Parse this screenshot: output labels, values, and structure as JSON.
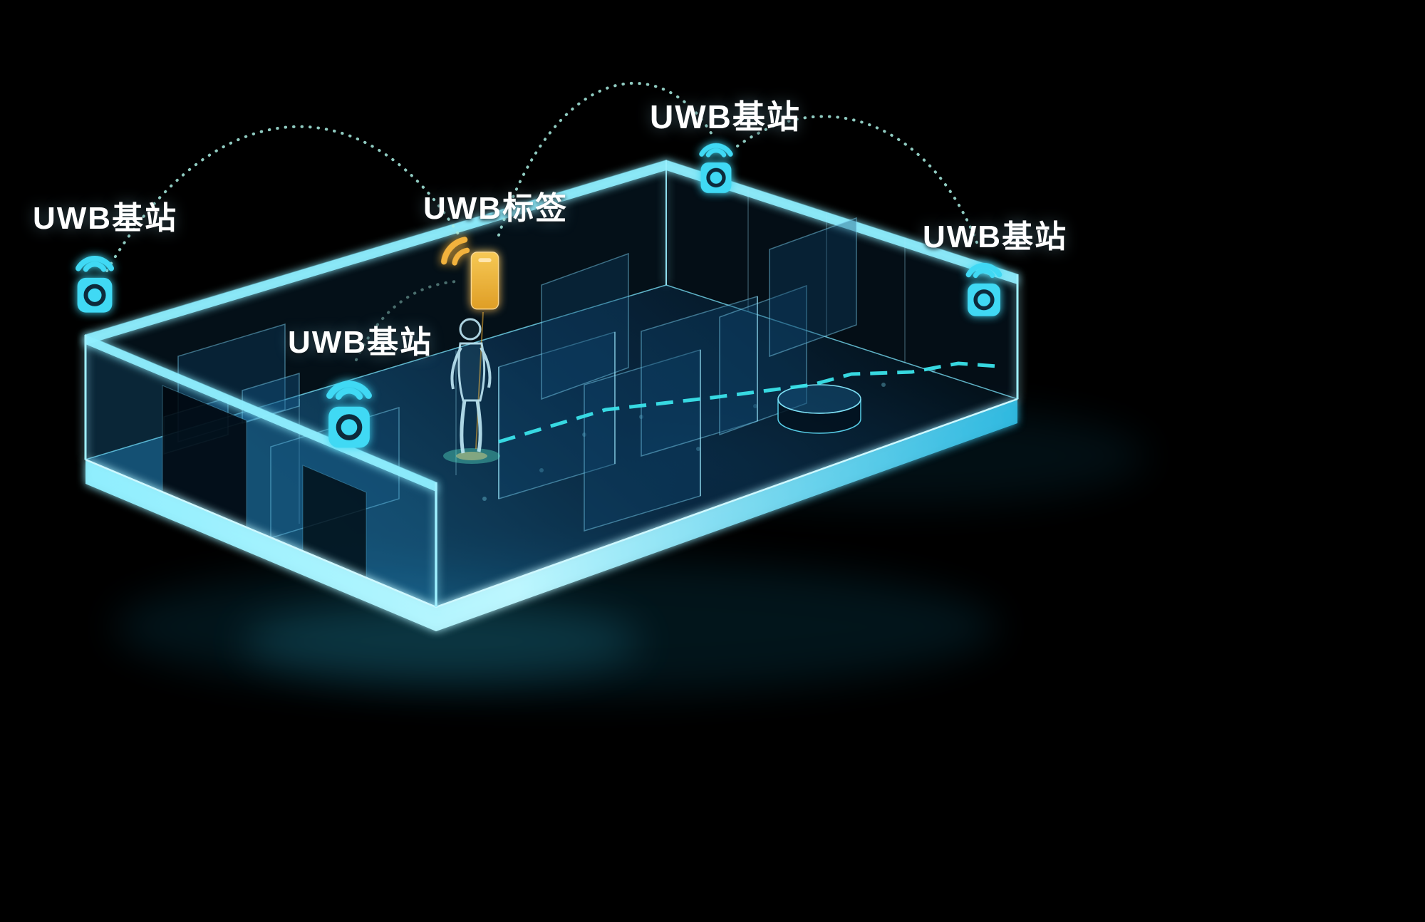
{
  "diagram": {
    "type": "uwb-indoor-positioning-3d-illustration",
    "background": "#000000",
    "labels": [
      {
        "id": "anchor-left",
        "text": "UWB基站"
      },
      {
        "id": "anchor-mid",
        "text": "UWB基站"
      },
      {
        "id": "anchor-top",
        "text": "UWB基站"
      },
      {
        "id": "anchor-right",
        "text": "UWB基站"
      },
      {
        "id": "tag",
        "text": "UWB标签"
      }
    ],
    "colors": {
      "anchor_icon": "#3FD9F4",
      "anchor_ring": "#07293A",
      "tag_icon": "#F0B03A",
      "building_edge": "#7FE9FF",
      "building_glass": "#1E8CC8",
      "signal_dots": "#A9EFE3",
      "floor_path": "#3AE3EA",
      "label_text": "#FFFFFF"
    },
    "icons": [
      "uwb-anchor-icon",
      "wifi-waves-icon",
      "uwb-tag-icon",
      "human-figure"
    ]
  }
}
